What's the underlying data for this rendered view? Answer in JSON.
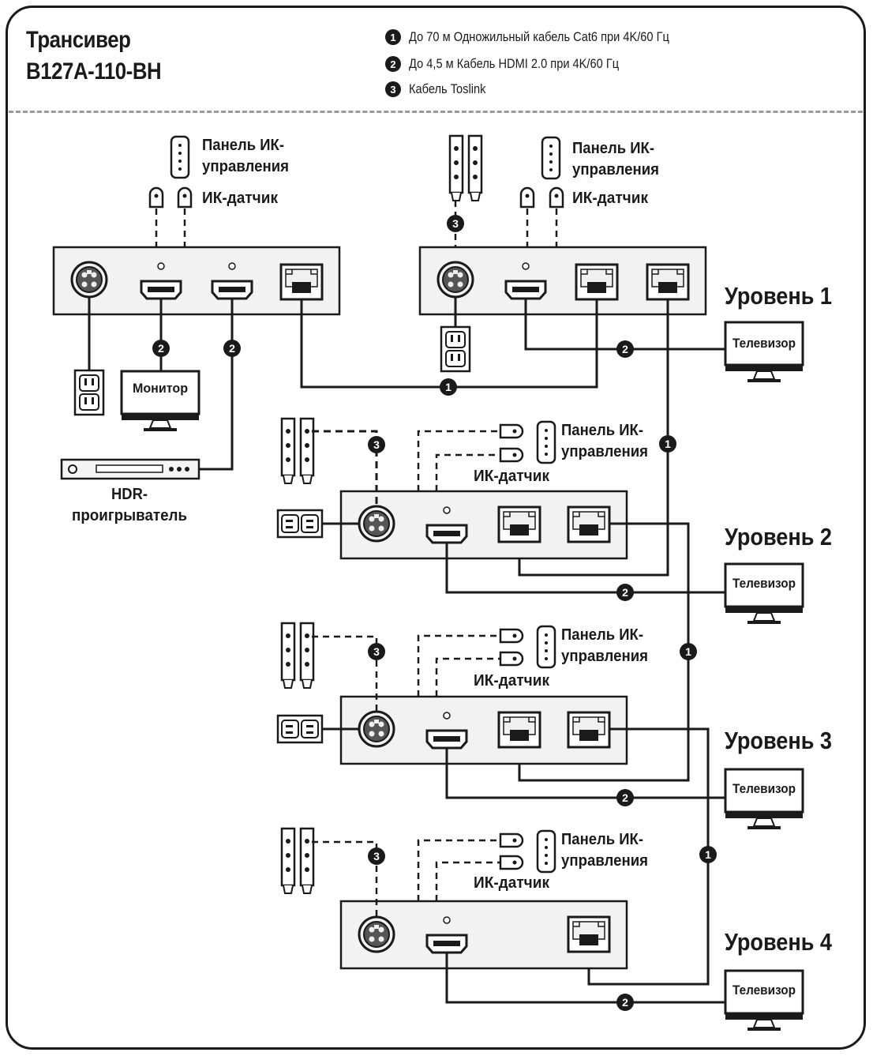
{
  "title": {
    "line1": "Трансивер",
    "line2": "B127A-110-BH"
  },
  "legend": [
    {
      "num": "1",
      "text": "До 70 м Одножильный кабель Cat6 при 4K/60 Гц"
    },
    {
      "num": "2",
      "text": "До 4,5 м Кабель HDMI 2.0 при 4K/60 Гц"
    },
    {
      "num": "3",
      "text": "Кабель Toslink"
    }
  ],
  "labels": {
    "ir_panel_l1": "Панель ИК-",
    "ir_panel_l2": "управления",
    "ir_sensor": "ИК-датчик",
    "monitor": "Монитор",
    "tv": "Телевизор",
    "hdr_l1": "HDR-",
    "hdr_l2": "проигрыватель"
  },
  "levels": [
    "Уровень 1",
    "Уровень 2",
    "Уровень 3",
    "Уровень 4"
  ],
  "badges": {
    "cat6": "1",
    "hdmi": "2",
    "toslink": "3"
  }
}
